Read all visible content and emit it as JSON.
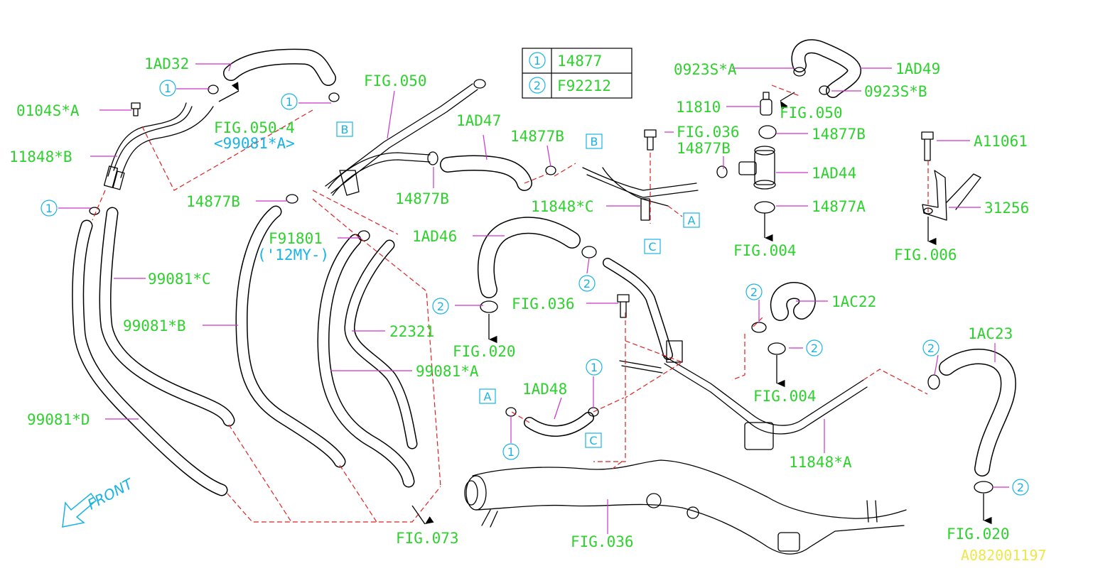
{
  "labels": {
    "l_1ad32": "1AD32",
    "l_0104s": "0104S*A",
    "l_11848b": "11848*B",
    "l_fig050_4": "FIG.050-4",
    "l_99081a_ref": "<99081*A>",
    "l_fig050_a": "FIG.050",
    "l_1ad47": "1AD47",
    "l_14877b_1": "14877B",
    "l_14877b_2": "14877B",
    "l_14877b_3": "14877B",
    "l_14877b_4": "14877B",
    "l_14877b_5": "14877B",
    "l_0923s_a": "0923S*A",
    "l_1ad49": "1AD49",
    "l_0923s_b": "0923S*B",
    "l_11810": "11810",
    "l_fig050_b": "FIG.050",
    "l_fig036_a": "FIG.036",
    "l_1ad44": "1AD44",
    "l_14877a": "14877A",
    "l_11848c": "11848*C",
    "l_fig004_a": "FIG.004",
    "l_a11061": "A11061",
    "l_31256": "31256",
    "l_fig006": "FIG.006",
    "l_f91801": "F91801",
    "l_12my": "('12MY-)",
    "l_1ad46": "1AD46",
    "l_99081c": "99081*C",
    "l_99081b": "99081*B",
    "l_22321": "22321",
    "l_99081a": "99081*A",
    "l_99081d": "99081*D",
    "l_fig036_b": "FIG.036",
    "l_fig020_a": "FIG.020",
    "l_1ac22": "1AC22",
    "l_fig004_b": "FIG.004",
    "l_1ac23": "1AC23",
    "l_1ad48": "1AD48",
    "l_11848a": "11848*A",
    "l_fig073": "FIG.073",
    "l_fig036_c": "FIG.036",
    "l_fig020_b": "FIG.020",
    "front": "FRONT",
    "diagram_code": "A082001197"
  },
  "legend_table": [
    {
      "key": "1",
      "part": "14877"
    },
    {
      "key": "2",
      "part": "F92212"
    }
  ],
  "callouts": {
    "c1": "1",
    "c2": "1",
    "c3": "1",
    "c4": "1",
    "c5": "1",
    "c6": "2",
    "c7": "2",
    "c8": "2",
    "c9": "2",
    "c10": "2",
    "c11": "2"
  },
  "ref_boxes": {
    "b1": "B",
    "b2": "B",
    "b3": "A",
    "b4": "C",
    "b5": "A",
    "b6": "C"
  },
  "colors": {
    "label_green": "#2ed12e",
    "callout_blue": "#19b3e6",
    "leader_magenta": "#cc33cc",
    "dashed_red": "#dd2222",
    "code_yellow": "#f0e64a"
  }
}
